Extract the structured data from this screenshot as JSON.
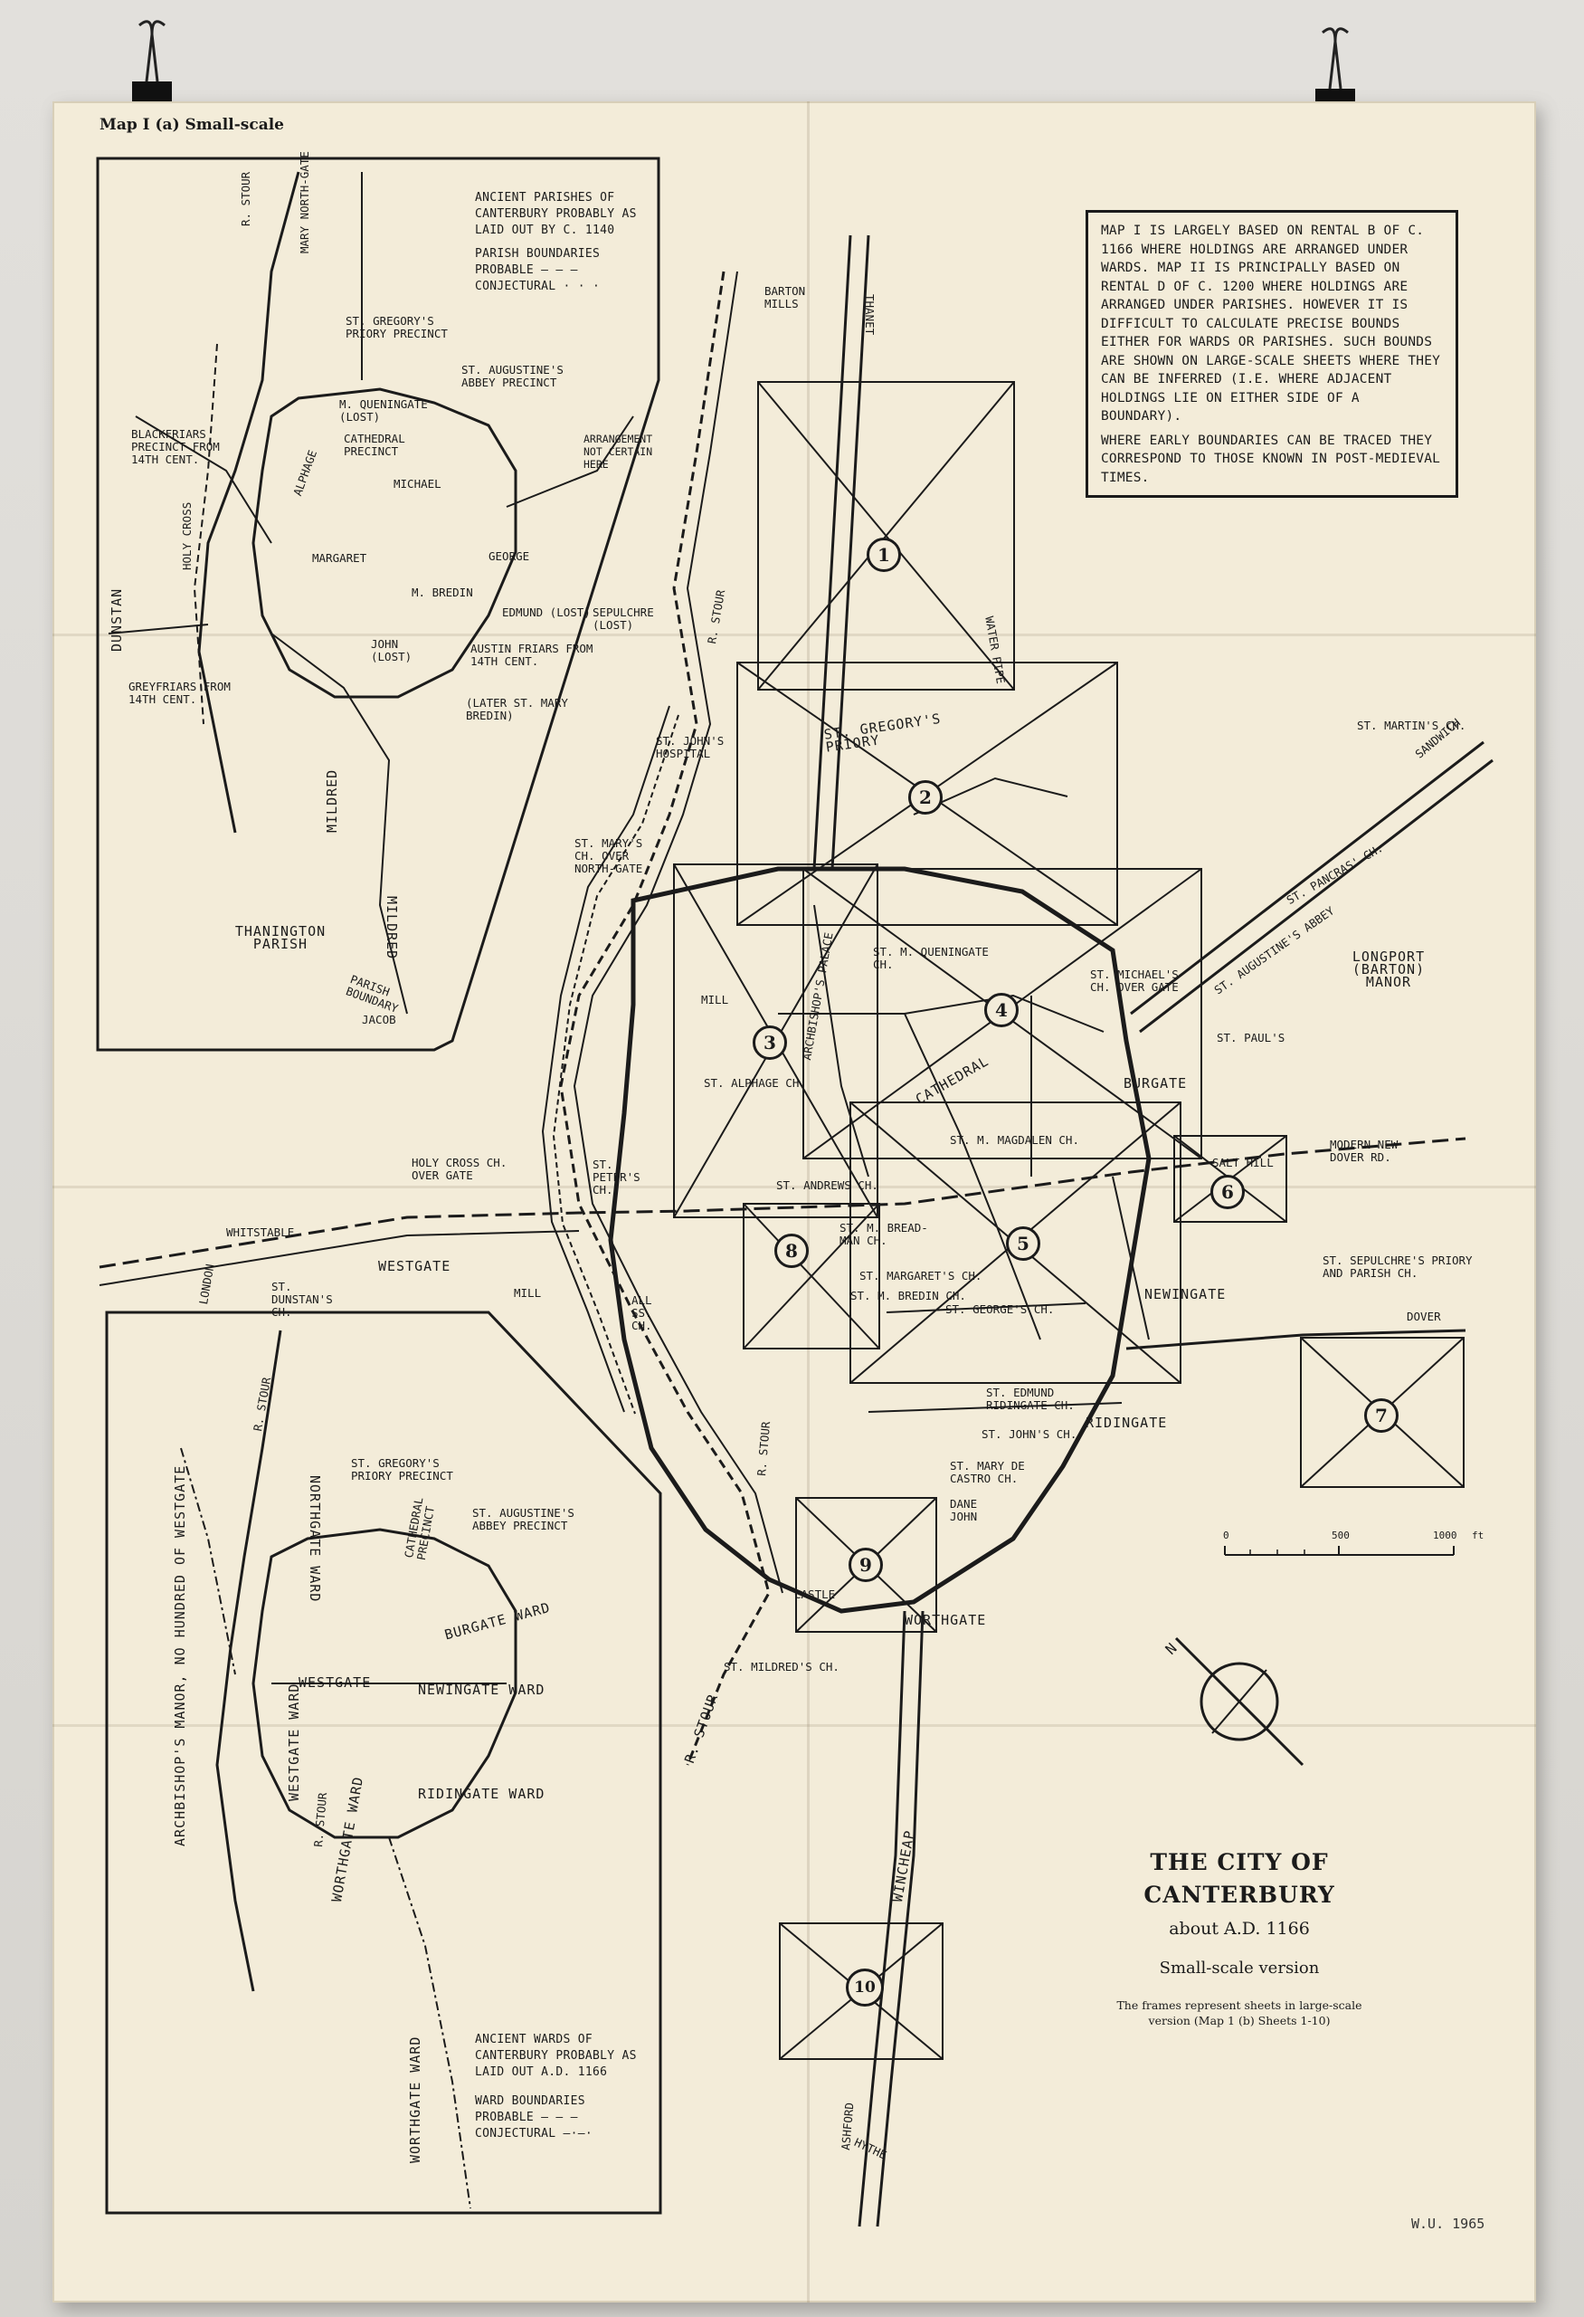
{
  "sheet_label": "Map I (a) Small-scale",
  "note_box": [
    "Map I is largely based on rental B of c. 1166 where holdings are arranged under wards. Map II is principally based on rental D of c. 1200 where holdings are arranged under parishes. However it is difficult to calculate precise bounds either for wards or parishes. Such bounds are shown on large-scale sheets where they can be inferred (i.e. where adjacent holdings lie on either side of a boundary).",
    "Where early boundaries can be traced they correspond to those known in post-medieval times."
  ],
  "inset_parishes": {
    "title": "Ancient parishes of Canterbury probably as laid out by c. 1140",
    "legend_title": "Parish boundaries",
    "legend_probable": "Probable — — —",
    "legend_conjectural": "Conjectural · · ·",
    "labels": {
      "stour": "R. Stour",
      "mary_northgate": "Mary North-gate",
      "st_gregory": "St. Gregory's Priory Precinct",
      "st_augustine": "St. Augustine's Abbey Precinct",
      "blackfriars": "Blackfriars precinct from 14th cent.",
      "queningate": "M. Queningate (lost)",
      "cathedral": "Cathedral precinct",
      "arrangement": "Arrangement not certain here",
      "dunstan": "Dunstan",
      "holy_cross": "Holy Cross",
      "michael": "Michael",
      "alphage": "Alphage",
      "margaret": "Margaret",
      "george": "George",
      "m_bredin": "M. Bredin",
      "edmund": "Edmund (lost)",
      "sepulchre": "Sepulchre (lost)",
      "john": "John (lost)",
      "austin_friars": "Austin friars from 14th cent.",
      "greyfriars": "Greyfriars from 14th cent.",
      "later": "(Later St. Mary Bredin)",
      "mildred": "Mildred",
      "thanington": "Thanington Parish",
      "parish_boundary": "Parish boundary",
      "jacob": "Jacob"
    }
  },
  "inset_wards": {
    "title": "Ancient wards of Canterbury probably as laid out A.D. 1166",
    "legend_title": "Ward boundaries",
    "legend_probable": "Probable — — —",
    "legend_conjectural": "Conjectural —·—·",
    "labels": {
      "stour": "R. Stour",
      "northgate_ward": "Northgate Ward",
      "st_gregory": "St. Gregory's Priory Precinct",
      "st_augustine": "St. Augustine's Abbey Precinct",
      "archbishops": "Archbishop's Manor, No Hundred of Westgate",
      "westgate_ward": "Westgate Ward",
      "burgate_ward": "Burgate Ward",
      "westgate": "Westgate",
      "newingate_ward": "Newingate Ward",
      "ridingate_ward": "Ridingate Ward",
      "worthgate_ward_1": "Worthgate Ward",
      "worthgate_ward_2": "Worthgate Ward",
      "cathedral": "Cathedral Precinct",
      "stour2": "R. Stour"
    }
  },
  "main_labels": {
    "barton_mills": "Barton Mills",
    "thanet": "Thanet",
    "r_stour_n": "R. Stour",
    "water_pipe": "Water Pipe",
    "st_johns_hospital": "St. John's Hospital",
    "st_gregorys_priory": "St. Gregory's Priory",
    "st_martins": "St. Martin's Ch.",
    "sandwich": "Sandwich",
    "st_pancras": "St. Pancras' Ch.",
    "st_augustines_abbey": "St. Augustine's Abbey",
    "longport": "Longport (Barton) Manor",
    "st_marys_northgate": "St. Mary's Ch. over North-gate",
    "st_m_queningate": "St. M. Queningate Ch.",
    "st_michaels": "St. Michael's Ch. over gate",
    "mill": "Mill",
    "archbishops_palace": "Archbishop's Palace",
    "cathedral": "Cathedral",
    "st_pauls": "St. Paul's",
    "burgate": "Burgate",
    "st_alphage": "St. Alphage Ch.",
    "st_m_magdalen": "St. M. Magdalen Ch.",
    "salt_hill": "Salt Hill",
    "modern_new_dover": "Modern New Dover Rd.",
    "holy_cross": "Holy Cross Ch. over gate",
    "st_peters": "St. Peter's Ch.",
    "st_andrews": "St. Andrews Ch.",
    "whitstable": "Whitstable",
    "st_m_breadman": "St. M. Bread-man Ch.",
    "london": "London",
    "westgate": "Westgate",
    "st_dunstans": "St. Dunstan's Ch.",
    "mill2": "Mill",
    "all_ss": "All SS. Ch.",
    "st_margarets": "St. Margaret's Ch.",
    "st_m_bredin": "St. M. Bredin Ch.",
    "st_georges": "St. George's Ch.",
    "newingate": "Newingate",
    "st_sepulchres": "St. Sepulchre's Priory and Parish Ch.",
    "dover": "Dover",
    "st_edmund": "St. Edmund Ridingate Ch.",
    "st_johns": "St. John's Ch.",
    "ridingate": "Ridingate",
    "r_stour_s": "R. Stour",
    "st_mary_de_castro": "St. Mary de Castro Ch.",
    "dane_john": "Dane John",
    "castle": "Castle",
    "worthgate": "Worthgate",
    "st_mildreds": "St. Mildred's Ch.",
    "r_stour_sw": "R. Stour",
    "wincheap": "Wincheap",
    "ashford": "Ashford",
    "hythe": "Hythe"
  },
  "frames": [
    "1",
    "2",
    "3",
    "4",
    "5",
    "6",
    "7",
    "8",
    "9",
    "10"
  ],
  "scale": {
    "zero": "0",
    "mid": "500",
    "max": "1000",
    "unit": "ft"
  },
  "north_label": "N",
  "title": {
    "line1": "THE CITY OF",
    "line2": "CANTERBURY",
    "line3": "about A.D. 1166",
    "line4": "Small-scale version",
    "line5": "The frames represent sheets in large-scale version (Map 1 (b) Sheets 1-10)"
  },
  "signature": "W.U. 1965"
}
